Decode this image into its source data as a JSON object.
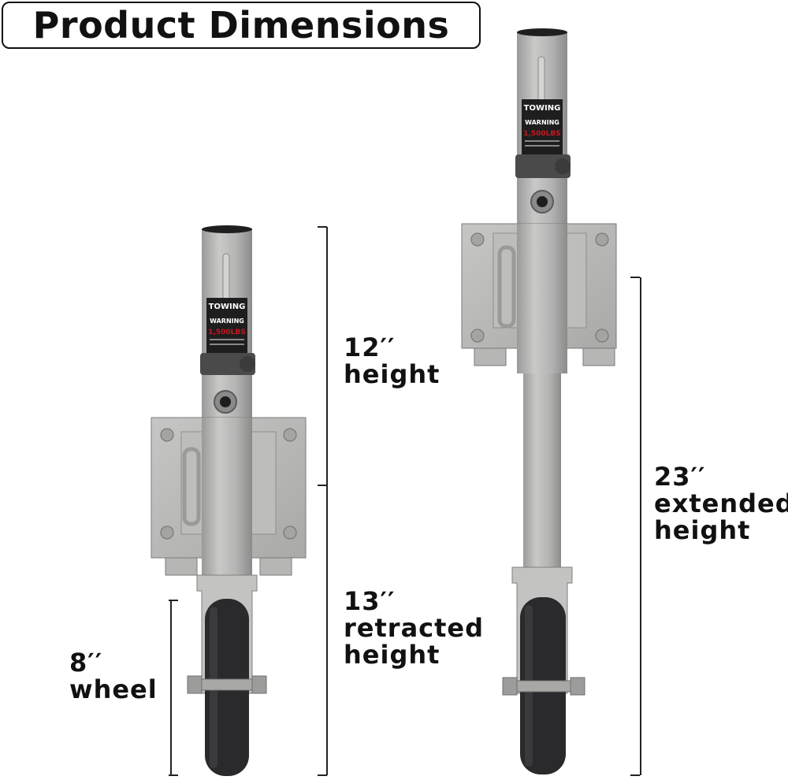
{
  "title": "Product Dimensions",
  "labels": {
    "top_height": {
      "value": "12′′",
      "text": "height"
    },
    "retracted": {
      "value": "13′′",
      "text1": "retracted",
      "text2": "height"
    },
    "wheel": {
      "value": "8′′",
      "text": "wheel"
    },
    "extended": {
      "value": "23′′",
      "text1": "extended",
      "text2": "height"
    }
  },
  "decal": {
    "brand": "TOWING",
    "warning": "WARNING",
    "capacity": "1,500LBS"
  },
  "colors": {
    "metal": "#b4b4b3",
    "metal_dark": "#8e8e8d",
    "metal_light": "#d2d2d1",
    "tire": "#2a2a2c",
    "cap": "#1f1f20",
    "decal_red": "#c8161d"
  }
}
